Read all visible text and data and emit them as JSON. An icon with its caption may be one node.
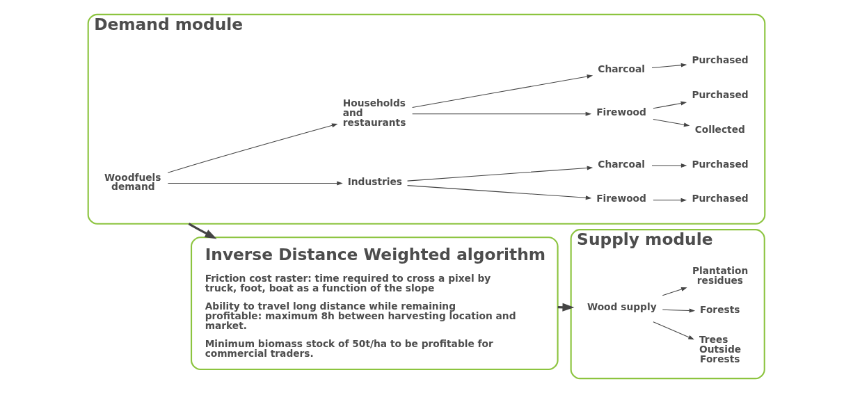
{
  "diagram": {
    "nodes": [
      {
        "text": [
          "Demand module"
        ]
      },
      {
        "text": [
          "Woodfuels demand"
        ],
        "in": 0
      },
      {
        "text": [
          "Industries"
        ],
        "in": 0
      },
      {
        "text": [
          "Firewood"
        ],
        "in": 0
      },
      {
        "text": [
          "Charcoal"
        ],
        "in": 0
      },
      {
        "text": [
          "Purchased"
        ],
        "in": 0
      },
      {
        "text": [
          "Purchased"
        ],
        "in": 0
      },
      {
        "text": [
          "Households and restaurants"
        ],
        "in": 0
      },
      {
        "text": [
          "Firewood"
        ],
        "in": 0
      },
      {
        "text": [
          "Charcoal"
        ],
        "in": 0
      },
      {
        "text": [
          "Collected"
        ],
        "in": 0
      },
      {
        "text": [
          "Purchased"
        ],
        "in": 0
      },
      {
        "text": [
          "Purchased"
        ],
        "in": 0
      },
      {
        "text": [
          "Supply module"
        ]
      },
      {
        "text": [
          "Wood supply"
        ],
        "in": 13
      },
      {
        "text": [
          "Trees Outside Forests"
        ],
        "in": 13
      },
      {
        "text": [
          "Forests"
        ],
        "in": 13
      },
      {
        "text": [
          "Plantation residues"
        ],
        "in": 13
      },
      {
        "text": [
          "Inverse Distance Weighted algorithm",
          "Friction cost raster: time required to cross a pixel by truck, foot, boat as a function of the slope",
          "Ability to travel long distance while remaining profitable: maximum 8h between harvesting location and market.",
          "Minimum biomass stock of 50t/ha to be profitable for commercial traders."
        ]
      }
    ],
    "edges": [
      {
        "from": 1,
        "to": 2,
        "arrow": "to"
      },
      {
        "from": 1,
        "to": 7,
        "arrow": "to"
      },
      {
        "from": 2,
        "to": 3,
        "arrow": "to"
      },
      {
        "from": 2,
        "to": 4,
        "arrow": "to"
      },
      {
        "from": 3,
        "to": 5,
        "arrow": "to"
      },
      {
        "from": 4,
        "to": 6,
        "arrow": "to"
      },
      {
        "from": 7,
        "to": 8,
        "arrow": "to"
      },
      {
        "from": 7,
        "to": 9,
        "arrow": "to"
      },
      {
        "from": 8,
        "to": 10,
        "arrow": "to"
      },
      {
        "from": 8,
        "to": 11,
        "arrow": "to"
      },
      {
        "from": 9,
        "to": 12,
        "arrow": "to"
      },
      {
        "from": 14,
        "to": 15,
        "arrow": "to"
      },
      {
        "from": 14,
        "to": 16,
        "arrow": "to"
      },
      {
        "from": 14,
        "to": 17,
        "arrow": "to"
      },
      {
        "from": 0,
        "to": 18,
        "arrow": "to",
        "style": "thick"
      },
      {
        "from": 18,
        "to": 13,
        "arrow": "to",
        "style": "thick"
      }
    ]
  }
}
